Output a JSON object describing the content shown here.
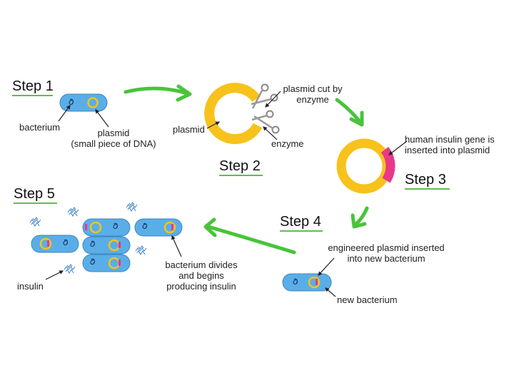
{
  "steps": {
    "step1": "Step 1",
    "step2": "Step 2",
    "step3": "Step 3",
    "step4": "Step 4",
    "step5": "Step 5"
  },
  "labels": {
    "bacterium": "bacterium",
    "plasmid_line1": "plasmid",
    "plasmid_line2": "(small piece of DNA)",
    "plasmid2": "plasmid",
    "cut_line1": "plasmid cut by",
    "cut_line2": "enzyme",
    "enzyme": "enzyme",
    "gene_line1": "human insulin gene is",
    "gene_line2": "inserted into plasmid",
    "engineered_line1": "engineered plasmid inserted",
    "engineered_line2": "into new bacterium",
    "new_bacterium": "new bacterium",
    "divides_line1": "bacterium divides",
    "divides_line2": "and begins",
    "divides_line3": "producing insulin",
    "insulin": "insulin"
  },
  "colors": {
    "bacterium_fill": "#5aaee8",
    "plasmid_ring": "#f7c21b",
    "insulin_gene": "#e8388a",
    "arrow": "#48c43a",
    "underline": "#5fbf4a",
    "insulin_molecule": "#3a7fc4"
  }
}
